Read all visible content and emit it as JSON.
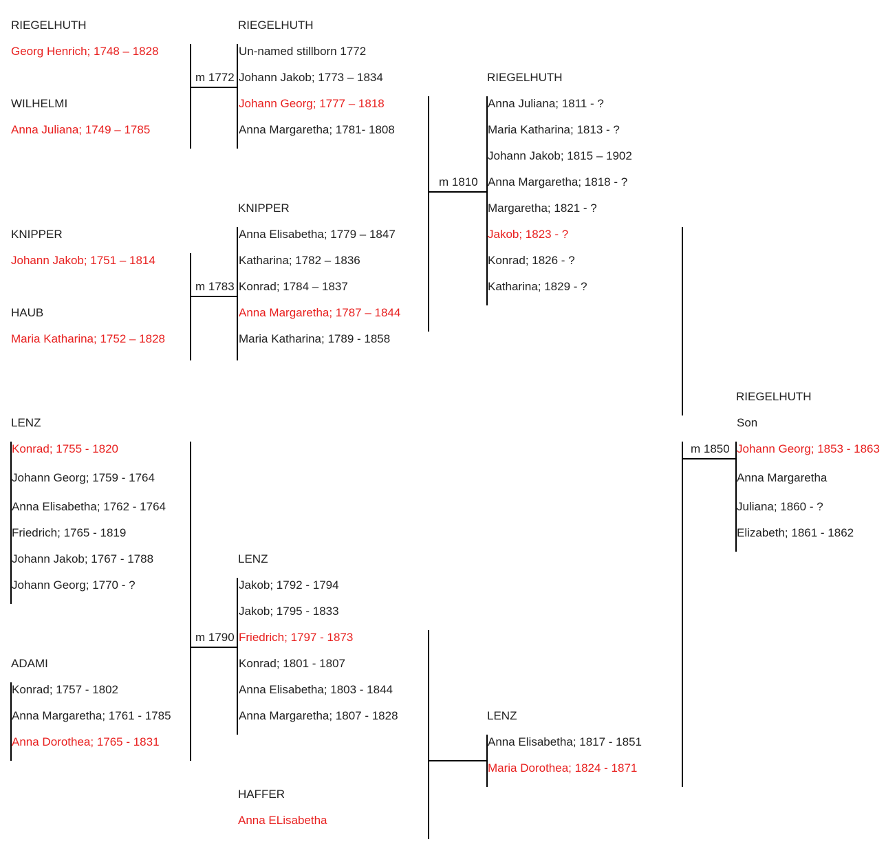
{
  "colors": {
    "ancestor_line": "#e8201f",
    "text": "#222222",
    "connector": "#000000"
  },
  "g1": {
    "riegelhuth": {
      "surname": "RIEGELHUTH",
      "person": "Georg Henrich; 1748 – 1828"
    },
    "wilhelmi": {
      "surname": "WILHELMI",
      "person": "Anna Juliana; 1749 – 1785"
    },
    "knipper": {
      "surname": "KNIPPER",
      "person": "Johann Jakob; 1751 – 1814"
    },
    "haub": {
      "surname": "HAUB",
      "person": "Maria Katharina; 1752 – 1828"
    },
    "lenz": {
      "surname": "LENZ",
      "children": [
        "Konrad; 1755 - 1820",
        "Johann Georg; 1759 - 1764",
        "Anna Elisabetha; 1762 - 1764",
        "Friedrich; 1765 - 1819",
        "Johann Jakob; 1767 - 1788",
        "Johann Georg; 1770 - ?"
      ]
    },
    "adami": {
      "surname": "ADAMI",
      "children": [
        "Konrad; 1757 - 1802",
        "Anna Margaretha; 1761 - 1785",
        "Anna Dorothea; 1765 - 1831"
      ]
    }
  },
  "marriages": {
    "m1772": "m 1772",
    "m1783": "m 1783",
    "m1790": "m 1790",
    "m1810": "m 1810",
    "m1850": "m 1850"
  },
  "g2": {
    "riegelhuth": {
      "surname": "RIEGELHUTH",
      "children": [
        "Un-named stillborn 1772",
        "Johann Jakob; 1773 – 1834",
        "Johann Georg; 1777 – 1818",
        "Anna Margaretha; 1781- 1808"
      ]
    },
    "knipper": {
      "surname": "KNIPPER",
      "children": [
        "Anna Elisabetha; 1779 – 1847",
        "Katharina; 1782 – 1836",
        "Konrad; 1784 – 1837",
        "Anna Margaretha; 1787 – 1844",
        "Maria Katharina; 1789 - 1858"
      ]
    },
    "lenz": {
      "surname": "LENZ",
      "children": [
        "Jakob; 1792 - 1794",
        "Jakob; 1795 - 1833",
        "Friedrich; 1797 - 1873",
        "Konrad; 1801 - 1807",
        "Anna Elisabetha; 1803 - 1844",
        "Anna Margaretha; 1807 - 1828"
      ]
    },
    "haffer": {
      "surname": "HAFFER",
      "person": "Anna ELisabetha"
    }
  },
  "g3": {
    "riegelhuth": {
      "surname": "RIEGELHUTH",
      "children": [
        "Anna Juliana; 1811 - ?",
        "Maria Katharina; 1813 - ?",
        "Johann Jakob; 1815 – 1902",
        "Anna Margaretha; 1818 - ?",
        "Margaretha; 1821 - ?",
        "Jakob; 1823 - ?",
        "Konrad; 1826 - ?",
        "Katharina; 1829 - ?"
      ]
    },
    "lenz": {
      "surname": "LENZ",
      "children": [
        "Anna Elisabetha; 1817 - 1851",
        "Maria Dorothea; 1824 - 1871"
      ]
    }
  },
  "g4": {
    "riegelhuth": {
      "surname": "RIEGELHUTH",
      "children": [
        "Son",
        "Johann Georg; 1853 - 1863",
        "Anna Margaretha",
        "Juliana; 1860 - ?",
        "Elizabeth; 1861 - 1862"
      ]
    }
  }
}
